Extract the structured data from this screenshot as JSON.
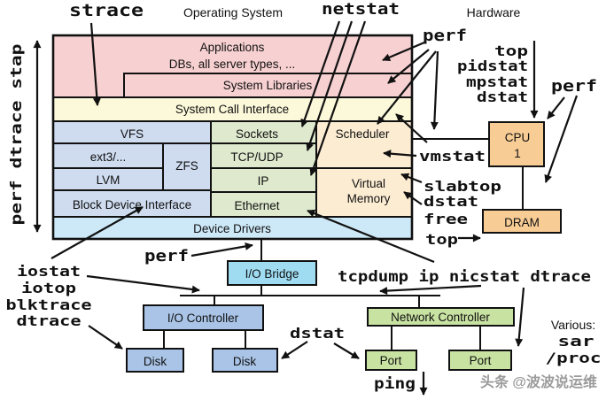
{
  "titles": {
    "os": "Operating System",
    "hardware": "Hardware",
    "various": "Various:",
    "watermark": "头条 @波波说运维"
  },
  "colors": {
    "pink": "#f7d0d1",
    "yellow": "#fcf9da",
    "lavender": "#cfdcf0",
    "green": "#dee9cd",
    "tan": "#fcecd2",
    "lightblue": "#cde8f7",
    "cyan": "#9fdcf2",
    "periwinkle": "#a9c4e7",
    "portgreen": "#c8e2a2",
    "orange": "#f7cc95",
    "none": "none"
  },
  "os_layers": {
    "applications": "Applications",
    "applications_sub": "DBs, all server types, ...",
    "system_libraries": "System Libraries",
    "system_call_interface": "System Call Interface",
    "vfs": "VFS",
    "ext3": "ext3/...",
    "zfs": "ZFS",
    "lvm": "LVM",
    "block_device_interface": "Block Device Interface",
    "sockets": "Sockets",
    "tcp_udp": "TCP/UDP",
    "ip": "IP",
    "ethernet": "Ethernet",
    "scheduler": "Scheduler",
    "virtual_line1": "Virtual",
    "virtual_line2": "Memory",
    "device_drivers": "Device Drivers"
  },
  "hardware_boxes": {
    "cpu_line1": "CPU",
    "cpu_line2": "1",
    "dram": "DRAM",
    "io_bridge": "I/O Bridge",
    "io_controller": "I/O Controller",
    "disk1": "Disk",
    "disk2": "Disk",
    "network_controller": "Network Controller",
    "port1": "Port",
    "port2": "Port"
  },
  "tools": {
    "strace": "strace",
    "netstat": "netstat",
    "perf_os": "perf",
    "perf_cpu": "perf",
    "perf_device": "perf",
    "left_stack": "perf dtrace stap",
    "cpu_tools": [
      "top",
      "pidstat",
      "mpstat",
      "dstat"
    ],
    "vmstat": "vmstat",
    "memory_tools": [
      "slabtop",
      "dstat",
      "free",
      "top"
    ],
    "disk_tools": [
      "iostat",
      "iotop",
      "blktrace",
      "dtrace"
    ],
    "network_tools": "tcpdump ip nicstat dtrace",
    "dstat_bottom": "dstat",
    "ping": "ping",
    "sar": "sar",
    "proc": "/proc"
  }
}
